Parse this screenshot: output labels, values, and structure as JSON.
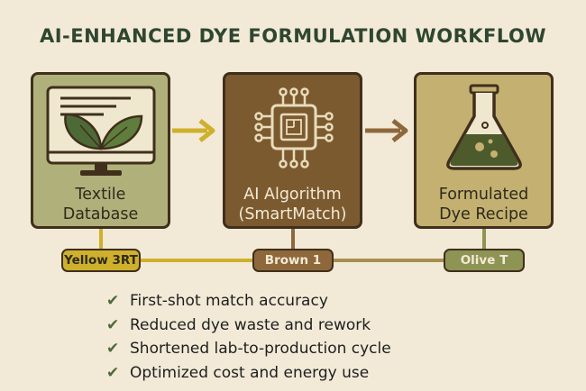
{
  "title": "AI-ENHANCED DYE FORMULATION WORKFLOW",
  "steps": [
    {
      "line1": "Textile",
      "line2": "Database",
      "icon": "monitor-leaf-icon"
    },
    {
      "line1": "AI Algorithm",
      "line2": "(SmartMatch)",
      "icon": "chip-icon"
    },
    {
      "line1": "Formulated",
      "line2": "Dye Recipe",
      "icon": "flask-icon"
    }
  ],
  "dyes": [
    "Yellow 3RT",
    "Brown 1",
    "Olive T"
  ],
  "benefits": [
    "First-shot match accuracy",
    "Reduced dye waste and rework",
    "Shortened lab-to-production cycle",
    "Optimized cost and energy use"
  ],
  "colors": {
    "background": "#f2ead7",
    "title": "#2f4630",
    "step1": "#b0b17a",
    "step2": "#7c5a30",
    "step3": "#c4b171",
    "yellow": "#cfb02c",
    "brown": "#8e683b",
    "olive": "#8e9454",
    "check": "#4d6a36"
  }
}
